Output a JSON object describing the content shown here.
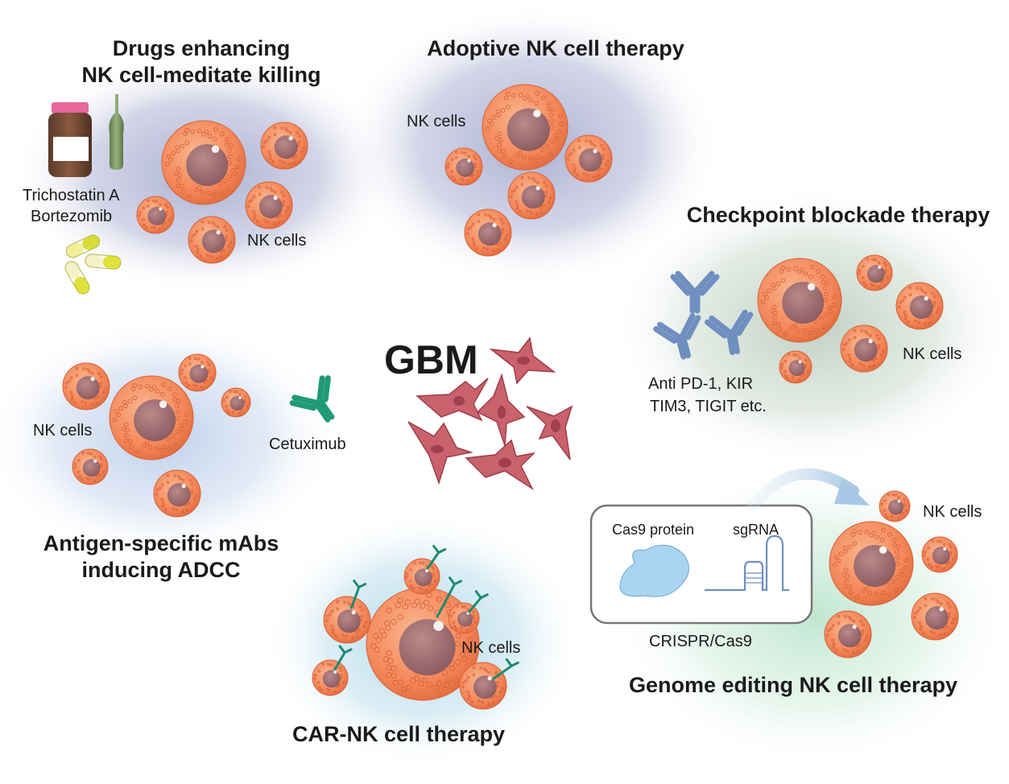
{
  "center": {
    "label": "GBM"
  },
  "drugs": {
    "title_line1": "Drugs enhancing",
    "title_line2": "NK cell-meditate killing",
    "drug_line1": "Trichostatin A",
    "drug_line2": "Bortezomib",
    "nk_label": "NK cells"
  },
  "adoptive": {
    "title": "Adoptive NK cell therapy",
    "nk_label": "NK cells"
  },
  "checkpoint": {
    "title": "Checkpoint blockade therapy",
    "ab_line1": "Anti PD-1, KIR",
    "ab_line2": "TIM3, TIGIT etc.",
    "nk_label": "NK cells"
  },
  "antigen": {
    "title_line1": "Antigen-specific mAbs",
    "title_line2": "inducing ADCC",
    "nk_label": "NK cells",
    "mab_label": "Cetuximub"
  },
  "car": {
    "title": "CAR-NK cell therapy",
    "nk_label": "NK cells"
  },
  "genome": {
    "title": "Genome editing NK cell therapy",
    "cas9_label": "Cas9 protein",
    "sgrna_label": "sgRNA",
    "crispr_label": "CRISPR/Cas9",
    "nk_label": "NK cells"
  },
  "colors": {
    "nk_cell_outer": "#f4885a",
    "nk_cell_nucleus": "#9c6a6e",
    "gbm_cell": "#c9626c",
    "antibody_blue": "#6f8fc0",
    "antibody_green": "#1f9a78",
    "cas9_protein": "#a9d4f2"
  }
}
